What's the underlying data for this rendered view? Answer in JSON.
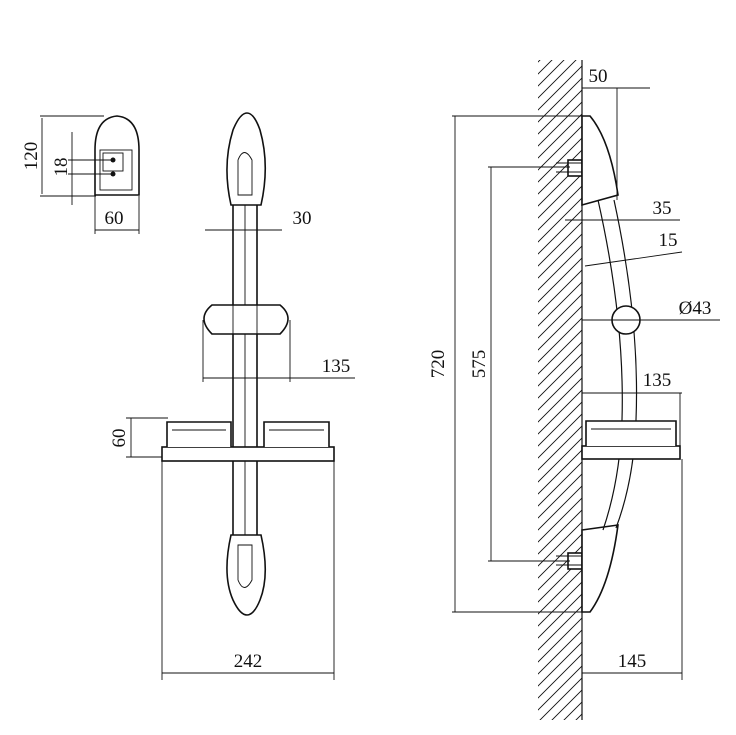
{
  "dimensions": {
    "holder_height": "120",
    "holder_hole_spacing": "18",
    "holder_width": "60",
    "rail_diameter": "30",
    "slider_width": "135",
    "dish_height": "60",
    "dish_width": "242",
    "wall_offset_top": "50",
    "side_offset_35": "35",
    "side_offset_15": "15",
    "ball_diameter": "Ø43",
    "total_height": "720",
    "mount_spacing": "575",
    "dish_depth": "135",
    "total_depth": "145"
  }
}
